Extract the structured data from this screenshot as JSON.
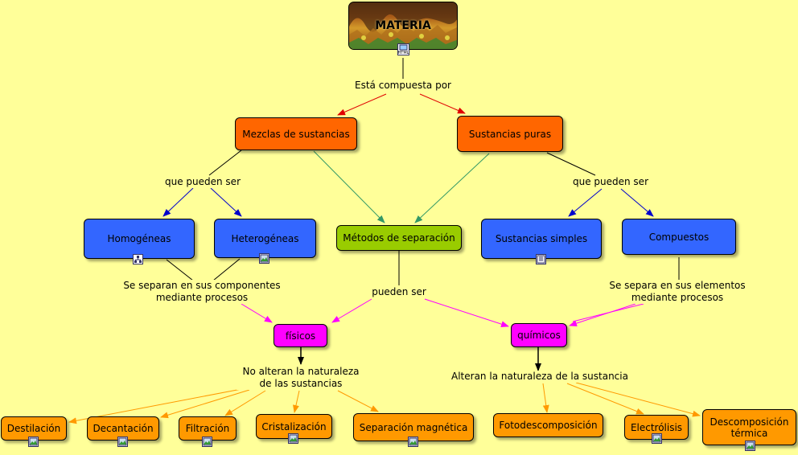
{
  "title": "MATERIA",
  "link_labels": {
    "compuesta": "Está compuesta por",
    "pueden_ser_left": "que pueden ser",
    "pueden_ser_right": "que pueden ser",
    "separan_line1": "Se separan en sus componentes",
    "separan_line2": "mediante procesos",
    "pueden_ser_mid": "pueden ser",
    "separa_line1": "Se separa en sus elementos",
    "separa_line2": "mediante procesos",
    "no_alteran_line1": "No alteran la naturaleza",
    "no_alteran_line2": "de las sustancias",
    "alteran": "Alteran la naturaleza de la sustancia"
  },
  "concepts": {
    "mezclas": "Mezclas de sustancias",
    "puras": "Sustancias puras",
    "homogeneas": "Homogéneas",
    "heterogeneas": "Heterogéneas",
    "metodos": "Métodos de separación",
    "simples": "Sustancias simples",
    "compuestos": "Compuestos",
    "fisicos": "físicos",
    "quimicos": "químicos",
    "destilacion": "Destilación",
    "decantacion": "Decantación",
    "filtracion": "Filtración",
    "cristalizacion": "Cristalización",
    "magnetica": "Separación magnética",
    "fotodescomposicion": "Fotodescomposición",
    "electrolisis": "Electrólisis",
    "descomposicion_line1": "Descomposición",
    "descomposicion_line2": "térmica"
  },
  "colors": {
    "background": "#ffff99",
    "concept_orange_dark": "#ff6600",
    "concept_orange": "#ff9900",
    "concept_blue": "#3366ff",
    "concept_green": "#99cc00",
    "concept_magenta": "#ff00ff",
    "link_red": "#e00000",
    "link_green": "#339966",
    "link_blue": "#0000cc",
    "link_magenta": "#ff00ff",
    "link_orange": "#ff9900",
    "link_black": "#000000"
  },
  "icons": {
    "title_resource": "html-doc-icon",
    "homogeneas_resource": "concept-map-icon",
    "heterogeneas_resource": "image-icon",
    "simples_resource": "text-doc-icon",
    "process_resource": "image-icon"
  }
}
